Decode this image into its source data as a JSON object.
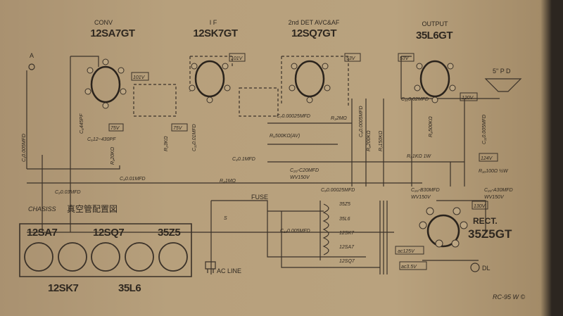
{
  "tubes": [
    {
      "role": "CONV",
      "type": "12SA7GT"
    },
    {
      "role": "I F",
      "type": "12SK7GT"
    },
    {
      "role": "2nd DET AVC&AF",
      "type": "12SQ7GT"
    },
    {
      "role": "OUTPUT",
      "type": "35L6GT"
    },
    {
      "role": "RECT.",
      "type": "35Z5GT"
    }
  ],
  "antenna": "A",
  "speaker": "5\" P D",
  "voltages": [
    "101V",
    "101V",
    "53V",
    "53V",
    "120V",
    "124V",
    "130V",
    "75V",
    "75V",
    "ac125V",
    "ac3.5V"
  ],
  "components": {
    "c1": "C₁0.005MFD",
    "c2": "C₂0.03MFD",
    "c3": "C₃0.01MFD",
    "c4": "C₄0.1MFD",
    "c5": "C₅12~430PF",
    "c6": "C₆445PF",
    "c7": "C₇0.00025MFD",
    "c8": "C₈0.0005MFD",
    "c9": "C₉0.00025MFD",
    "c10": "C₁₀0.02MFD",
    "c11": "C₁₁0.005MFD",
    "c12": "C₁₂0.01MFD",
    "c13": "C₁₃0.005MFD",
    "ca": "C₂₀-A30MFD",
    "ca_wv": "WV150V",
    "cb": "C₂₀-B30MFD",
    "cb_wv": "WV150V",
    "cc": "C₂₀-C20MFD",
    "cc_wv": "WV150V",
    "r1": "R₁20KΩ",
    "r2": "R₂3KΩ",
    "r3": "R₃2MΩ",
    "r4": "R₄1MΩ",
    "r5": "R₅500KΩ(AV)",
    "r6": "R₆200KΩ",
    "r7": "R₇150KΩ",
    "r8": "R₈500KΩ",
    "r9": "R₉1KΩ 1W",
    "r10": "R₁₀100Ω ½W"
  },
  "power": {
    "fuse": "FUSE",
    "switch": "S",
    "ac_line": "AC LINE",
    "heaters": [
      "35Z5",
      "35L6",
      "12SK7",
      "12SA7",
      "12SQ7"
    ],
    "dial_lamp": "DL"
  },
  "layout_chart": {
    "title": "CHASISS",
    "title_jp": "真空管配置図",
    "top": [
      "12SA7",
      "12SQ7",
      "35Z5"
    ],
    "bottom": [
      "12SK7",
      "35L6"
    ]
  },
  "model": "RC-95 W ©"
}
